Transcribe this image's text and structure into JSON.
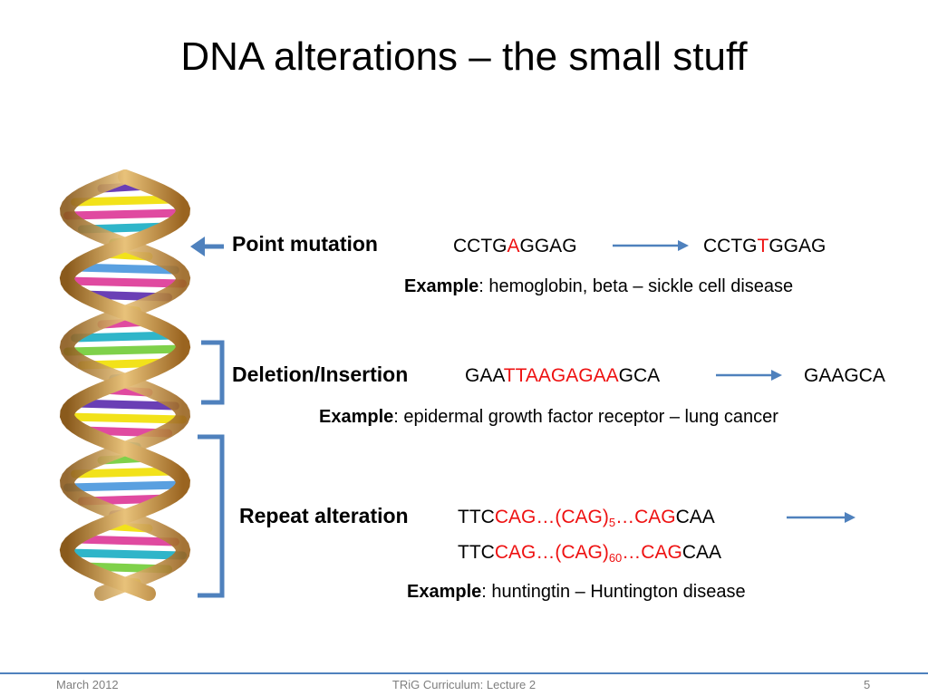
{
  "slide": {
    "title": "DNA alterations – the small stuff"
  },
  "point_mutation": {
    "label": "Point mutation",
    "from": {
      "pre": "CCTG",
      "mut": "A",
      "post": "GGAG"
    },
    "to": {
      "pre": "CCTG",
      "mut": "T",
      "post": "GGAG"
    },
    "example_label": "Example",
    "example_text": ": hemoglobin, beta – sickle cell disease"
  },
  "deletion_insertion": {
    "label": "Deletion/Insertion",
    "from": {
      "pre": "GAA",
      "mut": "TTAAGAGAA",
      "post": "GCA"
    },
    "to": "GAAGCA",
    "example_label": "Example",
    "example_text": ": epidermal growth factor receptor – lung cancer"
  },
  "repeat_alteration": {
    "label": "Repeat alteration",
    "from": {
      "pre": "TTC",
      "red1": "CAG…(CAG)",
      "sub": "5",
      "red2": "…CAG",
      "post": "CAA"
    },
    "to": {
      "pre": "TTC",
      "red1": "CAG…(CAG)",
      "sub": "60",
      "red2": "…CAG",
      "post": "CAA"
    },
    "example_label": "Example",
    "example_text": ": huntingtin – Huntington disease"
  },
  "footer": {
    "date": "March 2012",
    "center": "TRiG Curriculum: Lecture 2",
    "page": "5"
  },
  "colors": {
    "accent": "#4f81bd",
    "mutation_red": "#ee1111"
  },
  "icons": [
    "dna-helix-image",
    "left-arrow-icon",
    "bracket-icon",
    "right-arrow-icon"
  ]
}
